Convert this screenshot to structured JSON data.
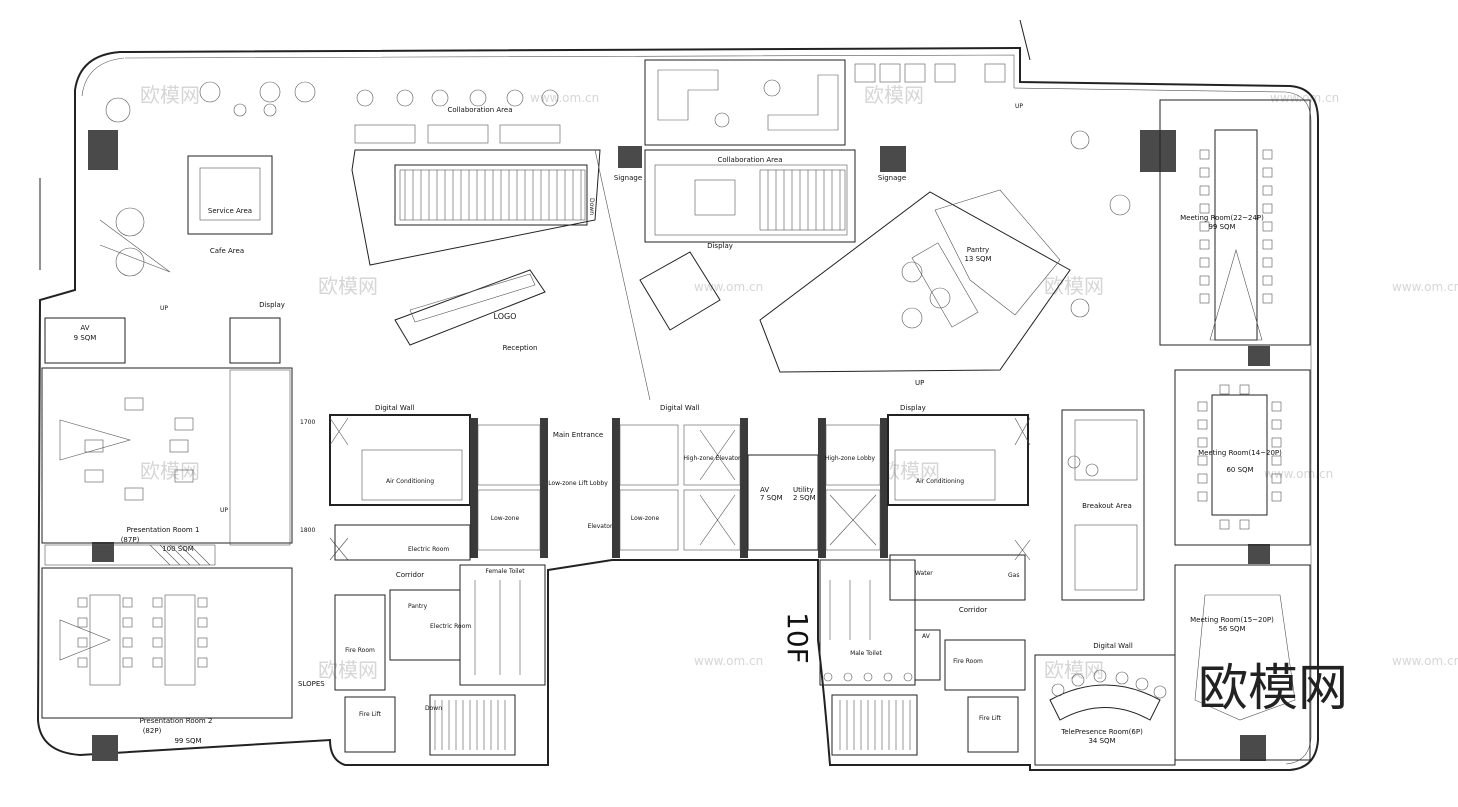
{
  "rooms": {
    "collab_top": "Collaboration Area",
    "collab_mid": "Collaboration Area",
    "service": "Service Area",
    "cafe": "Cafe Area",
    "display_left": "Display",
    "display_mid": "Display",
    "display_right": "Display",
    "signage_left": "Signage",
    "signage_right": "Signage",
    "logo": "LOGO",
    "reception": "Reception",
    "pantry_top": "Pantry",
    "pantry_top_area": "13 SQM",
    "meeting_top": "Meeting Room(22~24P)",
    "meeting_top_area": "99 SQM",
    "av_left": "AV",
    "av_left_area": "9 SQM",
    "digital_wall_left": "Digital Wall",
    "digital_wall_mid": "Digital Wall",
    "digital_wall_bottom": "Digital Wall",
    "main_entrance": "Main Entrance",
    "lowzone_lobby": "Low-zone Lift Lobby",
    "highzone_elev": "High-zone Elevator",
    "highzone_lobby": "High-zone Lobby",
    "elevator": "Elevator",
    "lowzone_a": "Low-zone",
    "lowzone_b": "Low-zone",
    "av_conditioning_left": "Air Conditioning",
    "av_conditioning_right": "Air Conditioning",
    "av_mid": "AV",
    "av_mid_area": "7 SQM",
    "utility": "Utility",
    "utility_area": "2 SQM",
    "meeting_mid": "Meeting Room(14~20P)",
    "meeting_mid_area": "60 SQM",
    "breakout": "Breakout Area",
    "presentation1": "Presentation Room 1",
    "presentation1_cap": "(87P)",
    "presentation1_area": "100 SQM",
    "presentation2": "Presentation Room 2",
    "presentation2_cap": "(82P)",
    "presentation2_area": "99 SQM",
    "corridor_left": "Corridor",
    "corridor_right": "Corridor",
    "pantry_small": "Pantry",
    "electric_room": "Electric Room",
    "electric": "Electric Room",
    "fire_room_left": "Fire Room",
    "fire_room_right": "Fire Room",
    "fire_lift_left": "Fire Lift",
    "fire_lift_right": "Fire Lift",
    "female_toilet": "Female Toilet",
    "male_toilet": "Male Toilet",
    "water": "Water",
    "gas": "Gas",
    "av_small": "AV",
    "down_left": "Down",
    "down_right": "Down",
    "slopes": "SLOPES",
    "floor": "10F",
    "meeting_low": "Meeting Room(15~20P)",
    "meeting_low_area": "56 SQM",
    "telepresence": "TelePresence Room(6P)",
    "telepresence_area": "34 SQM",
    "up1": "UP",
    "up2": "UP",
    "up3": "UP",
    "up4": "UP",
    "dimension_1": "1700",
    "dimension_2": "1800"
  },
  "watermark": {
    "brand": "欧模网",
    "site": "www.om.cn"
  }
}
